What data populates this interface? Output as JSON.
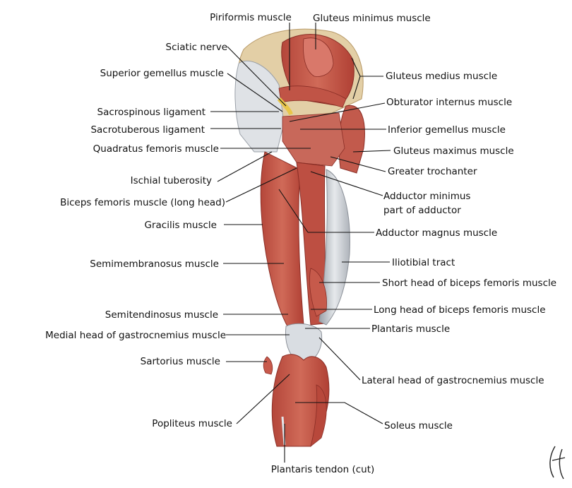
{
  "labels": {
    "piriformis": "Piriformis muscle",
    "gluteus_minimus": "Gluteus minimus muscle",
    "sciatic_nerve": "Sciatic nerve",
    "superior_gemellus": "Superior gemellus muscle",
    "gluteus_medius": "Gluteus medius muscle",
    "obturator_internus": "Obturator internus muscle",
    "sacrospinous": "Sacrospinous ligament",
    "sacrotuberous": "Sacrotuberous ligament",
    "inferior_gemellus": "Inferior gemellus muscle",
    "quadratus_femoris": "Quadratus femoris muscle",
    "gluteus_maximus": "Gluteus maximus muscle",
    "greater_trochanter": "Greater trochanter",
    "ischial_tuberosity": "Ischial tuberosity",
    "adductor_minimus_1": "Adductor minimus",
    "adductor_minimus_2": "part of adductor",
    "biceps_long_head_top": "Biceps femoris muscle (long head)",
    "gracilis": "Gracilis muscle",
    "adductor_magnus": "Adductor magnus muscle",
    "semimembranosus": "Semimembranosus muscle",
    "iliotibial": "Iliotibial tract",
    "short_head_biceps": "Short head of biceps femoris muscle",
    "semitendinosus": "Semitendinosus muscle",
    "long_head_biceps": "Long head of biceps femoris muscle",
    "medial_gastrocnemius": "Medial head of gastrocnemius muscle",
    "plantaris": "Plantaris muscle",
    "sartorius": "Sartorius muscle",
    "lateral_gastrocnemius": "Lateral head of gastrocnemius muscle",
    "popliteus": "Popliteus muscle",
    "soleus": "Soleus muscle",
    "plantaris_tendon": "Plantaris tendon (cut)"
  },
  "colors": {
    "muscle": "#c9584a",
    "muscle_dark": "#a83a30",
    "muscle_light": "#e08a78",
    "tendon": "#d7dbe0",
    "bone": "#e9d9b8",
    "nerve": "#f0d060"
  }
}
